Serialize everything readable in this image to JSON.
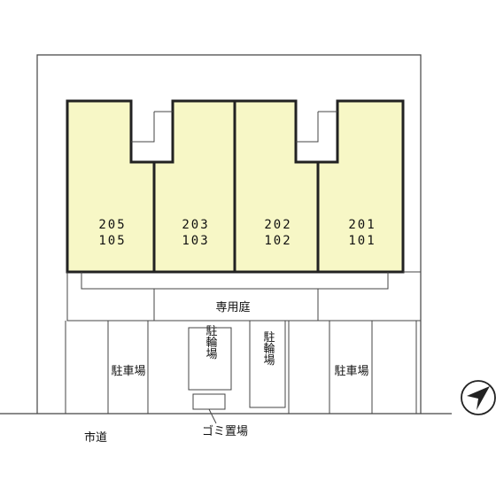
{
  "units": [
    {
      "upper": "205",
      "lower": "105"
    },
    {
      "upper": "203",
      "lower": "103"
    },
    {
      "upper": "202",
      "lower": "102"
    },
    {
      "upper": "201",
      "lower": "101"
    }
  ],
  "labels": {
    "private_garden": "専用庭",
    "parking_left": "駐車場",
    "parking_right": "駐車場",
    "bike_parking_1": "駐輪場",
    "bike_parking_2": "駐輪場",
    "garbage": "ゴミ置場",
    "city_road": "市道"
  },
  "colors": {
    "building_fill": "#f7f7c6",
    "line": "#222222"
  },
  "icons": {
    "north": "compass-north-arrow-icon"
  }
}
